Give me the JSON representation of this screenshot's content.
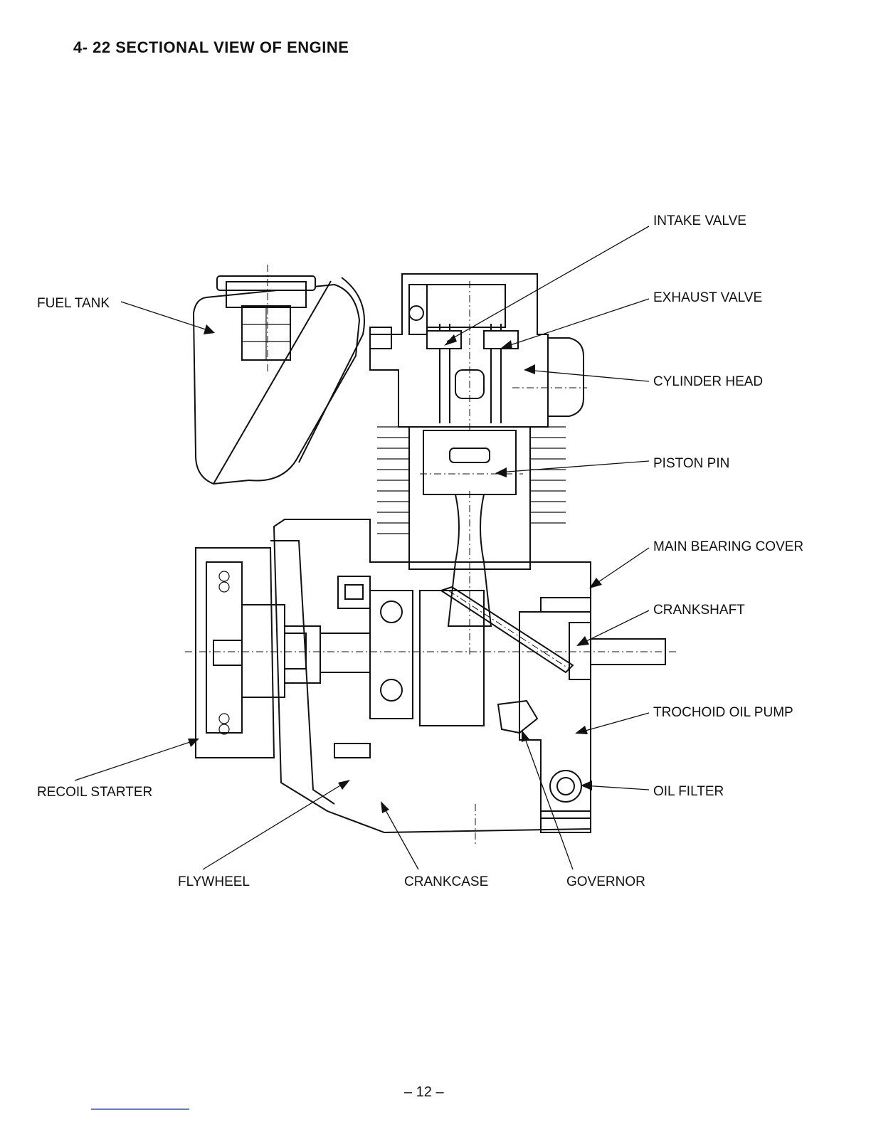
{
  "header": {
    "title": "4- 22 SECTIONAL  VIEW  OF  ENGINE"
  },
  "labels": {
    "intake_valve": "INTAKE VALVE",
    "exhaust_valve": "EXHAUST VALVE",
    "cylinder_head": "CYLINDER HEAD",
    "piston_pin": "PISTON PIN",
    "main_bearing_cover": "MAIN BEARING COVER",
    "crankshaft": "CRANKSHAFT",
    "trochoid_oil_pump": "TROCHOID OIL PUMP",
    "oil_filter": "OIL FILTER",
    "fuel_tank": "FUEL TANK",
    "recoil_starter": "RECOIL STARTER",
    "flywheel": "FLYWHEEL",
    "crankcase": "CRANKCASE",
    "governor": "GOVERNOR"
  },
  "footer": {
    "page_number": "– 12 –"
  }
}
